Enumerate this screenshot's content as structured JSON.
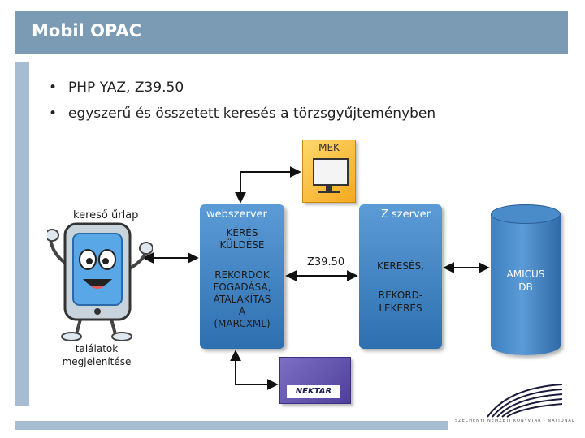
{
  "slide": {
    "title": "Mobil OPAC",
    "bullets": [
      "PHP YAZ, Z39.50",
      "egyszerű és összetett keresés a törzsgyűjteményben"
    ]
  },
  "diagram": {
    "mek_label": "MEK",
    "form_label": "kereső űrlap",
    "results_label": "találatok\nmegjelenítése",
    "webserver": {
      "title": "webszerver",
      "request": "KÉRÉS\nKÜLDÉSE",
      "receive": "REKORDOK\nFOGADÁSA,\nÁTALAKÍTÁS\nA\n(MARCXML)"
    },
    "protocol_label": "Z39.50",
    "zserver": {
      "title": "Z szerver",
      "search": "KERESÉS,",
      "retrieve": "REKORD-\nLEKÉRÉS"
    },
    "db_label": "AMICUS\nDB",
    "nektar_label": "NEKTAR"
  },
  "footer": {
    "logo_text": "SZÉCHÉNYI NEMZETI KÖNYVTÁR · NATIONAL LIBRARY OF HUNGARY"
  },
  "colors": {
    "title_bar": "#7b9bb5",
    "box_blue": "#4a8bca",
    "mek_orange": "#f6a820",
    "nektar_purple": "#5a4aa8"
  }
}
